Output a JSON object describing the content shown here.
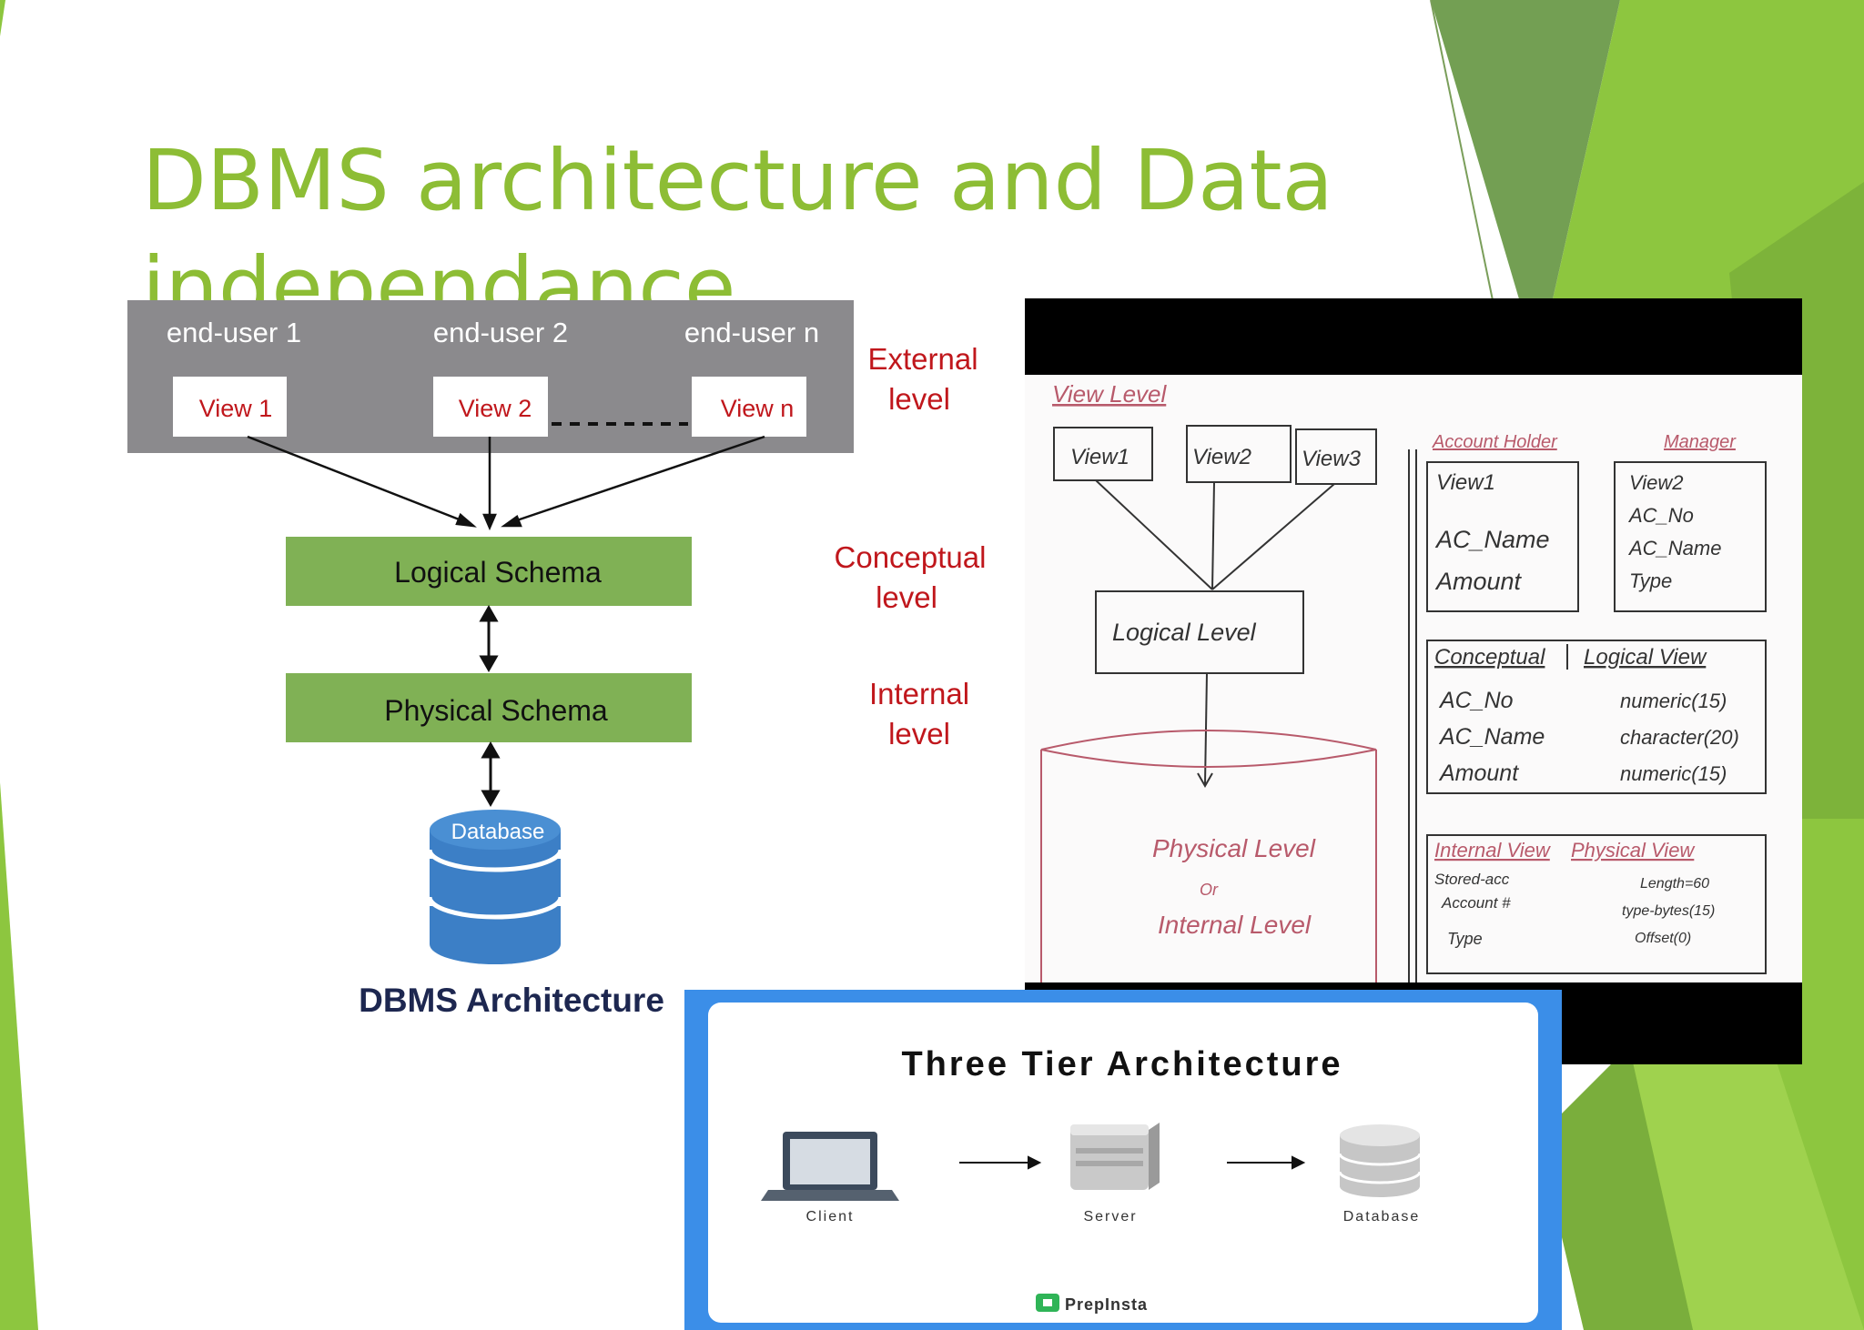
{
  "slide": {
    "title": "DBMS architecture and Data\nindependance",
    "accent_color": "#8dbd35"
  },
  "arch": {
    "users": [
      "end-user 1",
      "end-user 2",
      "end-user n"
    ],
    "views": [
      "View 1",
      "View 2",
      "View n"
    ],
    "logical": "Logical Schema",
    "physical": "Physical Schema",
    "database": "Database",
    "caption": "DBMS Architecture",
    "levels": {
      "external": [
        "External",
        "level"
      ],
      "conceptual": [
        "Conceptual",
        "level"
      ],
      "internal": [
        "Internal",
        "level"
      ]
    }
  },
  "notes": {
    "view_level": "View Level",
    "views": [
      "View1",
      "View2",
      "View3"
    ],
    "logical_level": "Logical Level",
    "physical_level": [
      "Physical Level",
      "Or",
      "Internal Level"
    ],
    "account_holder": {
      "title": "Account Holder",
      "lines": [
        "View1",
        "AC_Name",
        "Amount"
      ]
    },
    "manager": {
      "title": "Manager",
      "lines": [
        "View2",
        "AC_No",
        "AC_Name",
        "Type"
      ]
    },
    "conceptual": {
      "title": "Conceptual",
      "title2": "Logical View",
      "rows": [
        [
          "AC_No",
          "numeric(15)"
        ],
        [
          "AC_Name",
          "character(20)"
        ],
        [
          "Amount",
          "numeric(15)"
        ]
      ]
    },
    "internal": {
      "title": "Internal View",
      "title2": "Physical View",
      "left": [
        "Stored-acc",
        "Account #",
        "Type"
      ],
      "right": [
        "Length=60",
        "type-bytes(15)",
        "Offset(0)"
      ]
    }
  },
  "tier": {
    "title": "Three Tier Architecture",
    "nodes": [
      "Client",
      "Server",
      "Database"
    ],
    "brand": "PrepInsta"
  }
}
